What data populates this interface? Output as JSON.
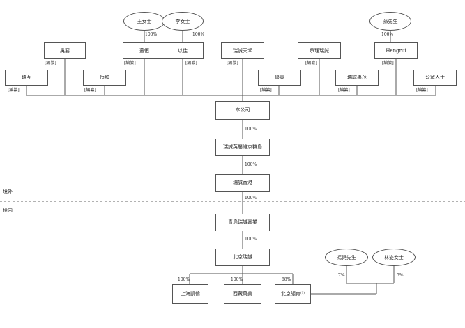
{
  "persons": {
    "wang": "王女士",
    "li": "李女士",
    "sun": "孫先生",
    "feng": "馮粥先生",
    "lin": "林姿女士"
  },
  "shareholders": {
    "haoyou": "瑞互",
    "wuyao": "吳要",
    "henghe": "恒和",
    "gaiheng": "蓋恒",
    "yijia": "以佳",
    "ruicheng_tianhe": "瑞誠天禾",
    "youchuang": "優壹",
    "chengli_ruicheng": "承理瑞誠",
    "ruicheng_huimao": "瑞誠惠茂",
    "hengrui": "Hengrui",
    "public": "公眾人士"
  },
  "entities": {
    "company": "本公司",
    "bvi": "瑞誠英屬維京群島",
    "hk": "瑞誠香港",
    "qingdao": "青島瑞誠嘉業",
    "beijing": "北京瑞誠",
    "shanghai": "上海凱倫",
    "xizang": "西藏萬美",
    "beijing_edu": "北京領育⁽¹⁾"
  },
  "regions": {
    "offshore": "境外",
    "onshore": "境内"
  },
  "labels": {
    "redacted": "[編纂]",
    "pct100": "100%",
    "pct88": "88%",
    "pct7": "7%",
    "pct5": "5%"
  }
}
